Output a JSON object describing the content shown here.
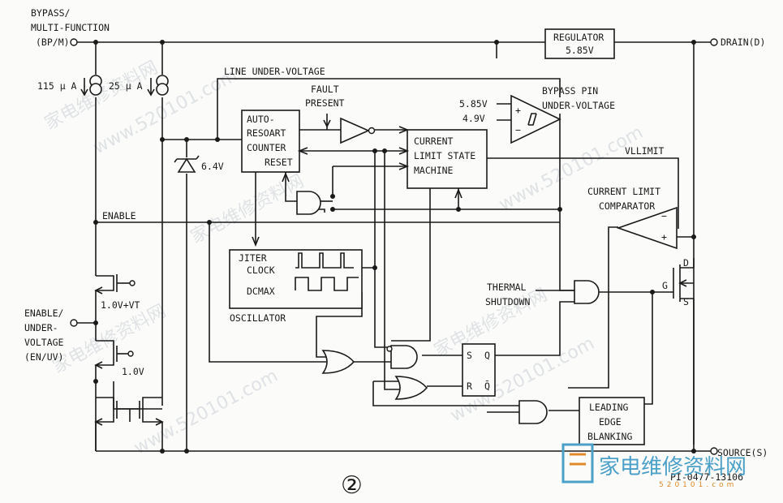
{
  "pins": {
    "bypass_line1": "BYPASS/",
    "bypass_line2": "MULTI-FUNCTION",
    "bypass_line3": "(BP/M)",
    "drain": "DRAIN(D)",
    "enable_line1": "ENABLE/",
    "enable_line2": "UNDER-",
    "enable_line3": "VOLTAGE",
    "enable_line4": "(EN/UV)",
    "source": "SOURCE(S)"
  },
  "blocks": {
    "regulator_line1": "REGULATOR",
    "regulator_line2": "5.85V",
    "auto_restart_line1": "AUTO-",
    "auto_restart_line2": "RESOART",
    "auto_restart_line3": "COUNTER",
    "auto_restart_line4": "RESET",
    "current_limit_sm_line1": "CURRENT",
    "current_limit_sm_line2": "LIMIT STATE",
    "current_limit_sm_line3": "MACHINE",
    "oscillator_jiter": "JITER",
    "oscillator_clock": "CLOCK",
    "oscillator_dcmax": "DCMAX",
    "oscillator_title": "OSCILLATOR",
    "leb_line1": "LEADING",
    "leb_line2": "EDGE",
    "leb_line3": "BLANKING",
    "latch_s": "S",
    "latch_r": "R",
    "latch_q": "Q",
    "latch_qbar": "Q̄"
  },
  "labels": {
    "line_uv": "LINE UNDER-VOLTAGE",
    "fault_line1": "FAULT",
    "fault_line2": "PRESENT",
    "bp_uv_line1": "BYPASS PIN",
    "bp_uv_line2": "UNDER-VOLTAGE",
    "v585": "5.85V",
    "v49": "4.9V",
    "vllimit": "VLLIMIT",
    "cl_comp_line1": "CURRENT LIMIT",
    "cl_comp_line2": "COMPARATOR",
    "thermal_line1": "THERMAL",
    "thermal_line2": "SHUTDOWN",
    "enable": "ENABLE",
    "i115": "115 μ A",
    "i25": "25 μ A",
    "zener": "6.4V",
    "vt_10_vt": "1.0V+VT",
    "vt_10": "1.0V",
    "mos_d": "D",
    "mos_g": "G",
    "mos_s": "S",
    "part_no": "PI-0477-13106",
    "figure_no": "②"
  },
  "watermarks": {
    "site": "www.520101.com",
    "cn": "家电维修资料网"
  },
  "logo": {
    "cn": "家电维修资料网",
    "url": "520101.com"
  },
  "colors": {
    "line": "#1a1a1a",
    "background": "#fbfbf9",
    "watermark": "#9aa3b5",
    "logo_blue": "#4aa0c8",
    "logo_orange": "#e08a2a"
  }
}
